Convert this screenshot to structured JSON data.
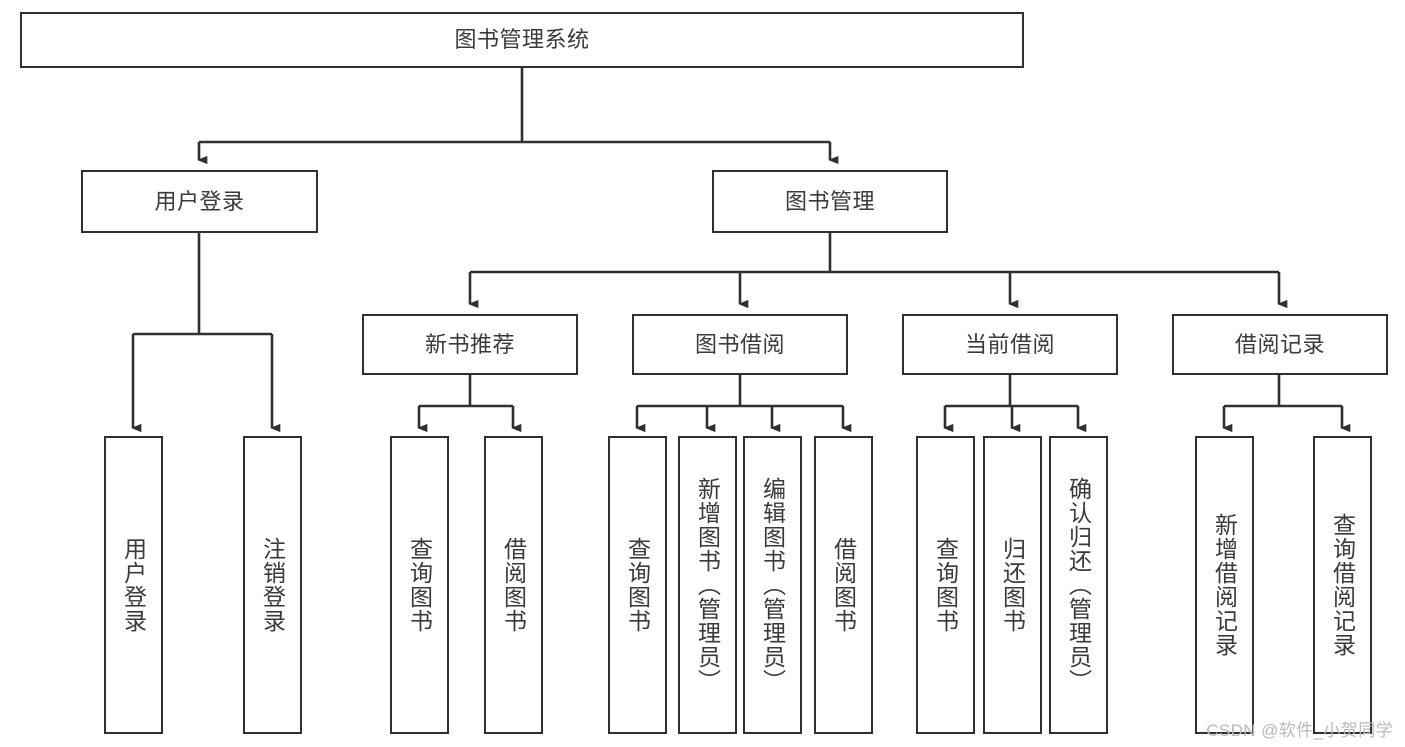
{
  "diagram": {
    "title_node": {
      "label": "图书管理系统"
    },
    "level2": [
      {
        "id": "user-login",
        "label": "用户登录"
      },
      {
        "id": "book-management",
        "label": "图书管理"
      }
    ],
    "level3": [
      {
        "id": "new-book-recommend",
        "label": "新书推荐"
      },
      {
        "id": "book-borrow",
        "label": "图书借阅"
      },
      {
        "id": "current-borrow",
        "label": "当前借阅"
      },
      {
        "id": "borrow-record",
        "label": "借阅记录"
      }
    ],
    "leaves": [
      {
        "id": "leaf-user-login",
        "label": "用户登录"
      },
      {
        "id": "leaf-logout-login",
        "label": "注销登录"
      },
      {
        "id": "leaf-query-book-1",
        "label": "查询图书"
      },
      {
        "id": "leaf-borrow-book-1",
        "label": "借阅图书"
      },
      {
        "id": "leaf-query-book-2",
        "label": "查询图书"
      },
      {
        "id": "leaf-add-book-admin",
        "label": "新增图书（管理员）"
      },
      {
        "id": "leaf-edit-book-admin",
        "label": "编辑图书（管理员）"
      },
      {
        "id": "leaf-borrow-book-2",
        "label": "借阅图书"
      },
      {
        "id": "leaf-query-book-3",
        "label": "查询图书"
      },
      {
        "id": "leaf-return-book",
        "label": "归还图书"
      },
      {
        "id": "leaf-confirm-return-admin",
        "label": "确认归还（管理员）"
      },
      {
        "id": "leaf-add-borrow-record",
        "label": "新增借阅记录"
      },
      {
        "id": "leaf-query-borrow-record",
        "label": "查询借阅记录"
      }
    ],
    "colors": {
      "stroke": "#303030",
      "text": "#3a3a3a",
      "background": "#ffffff",
      "watermark": "#b9b9b9"
    }
  },
  "watermark": {
    "text": "CSDN @软件_小贺同学"
  }
}
